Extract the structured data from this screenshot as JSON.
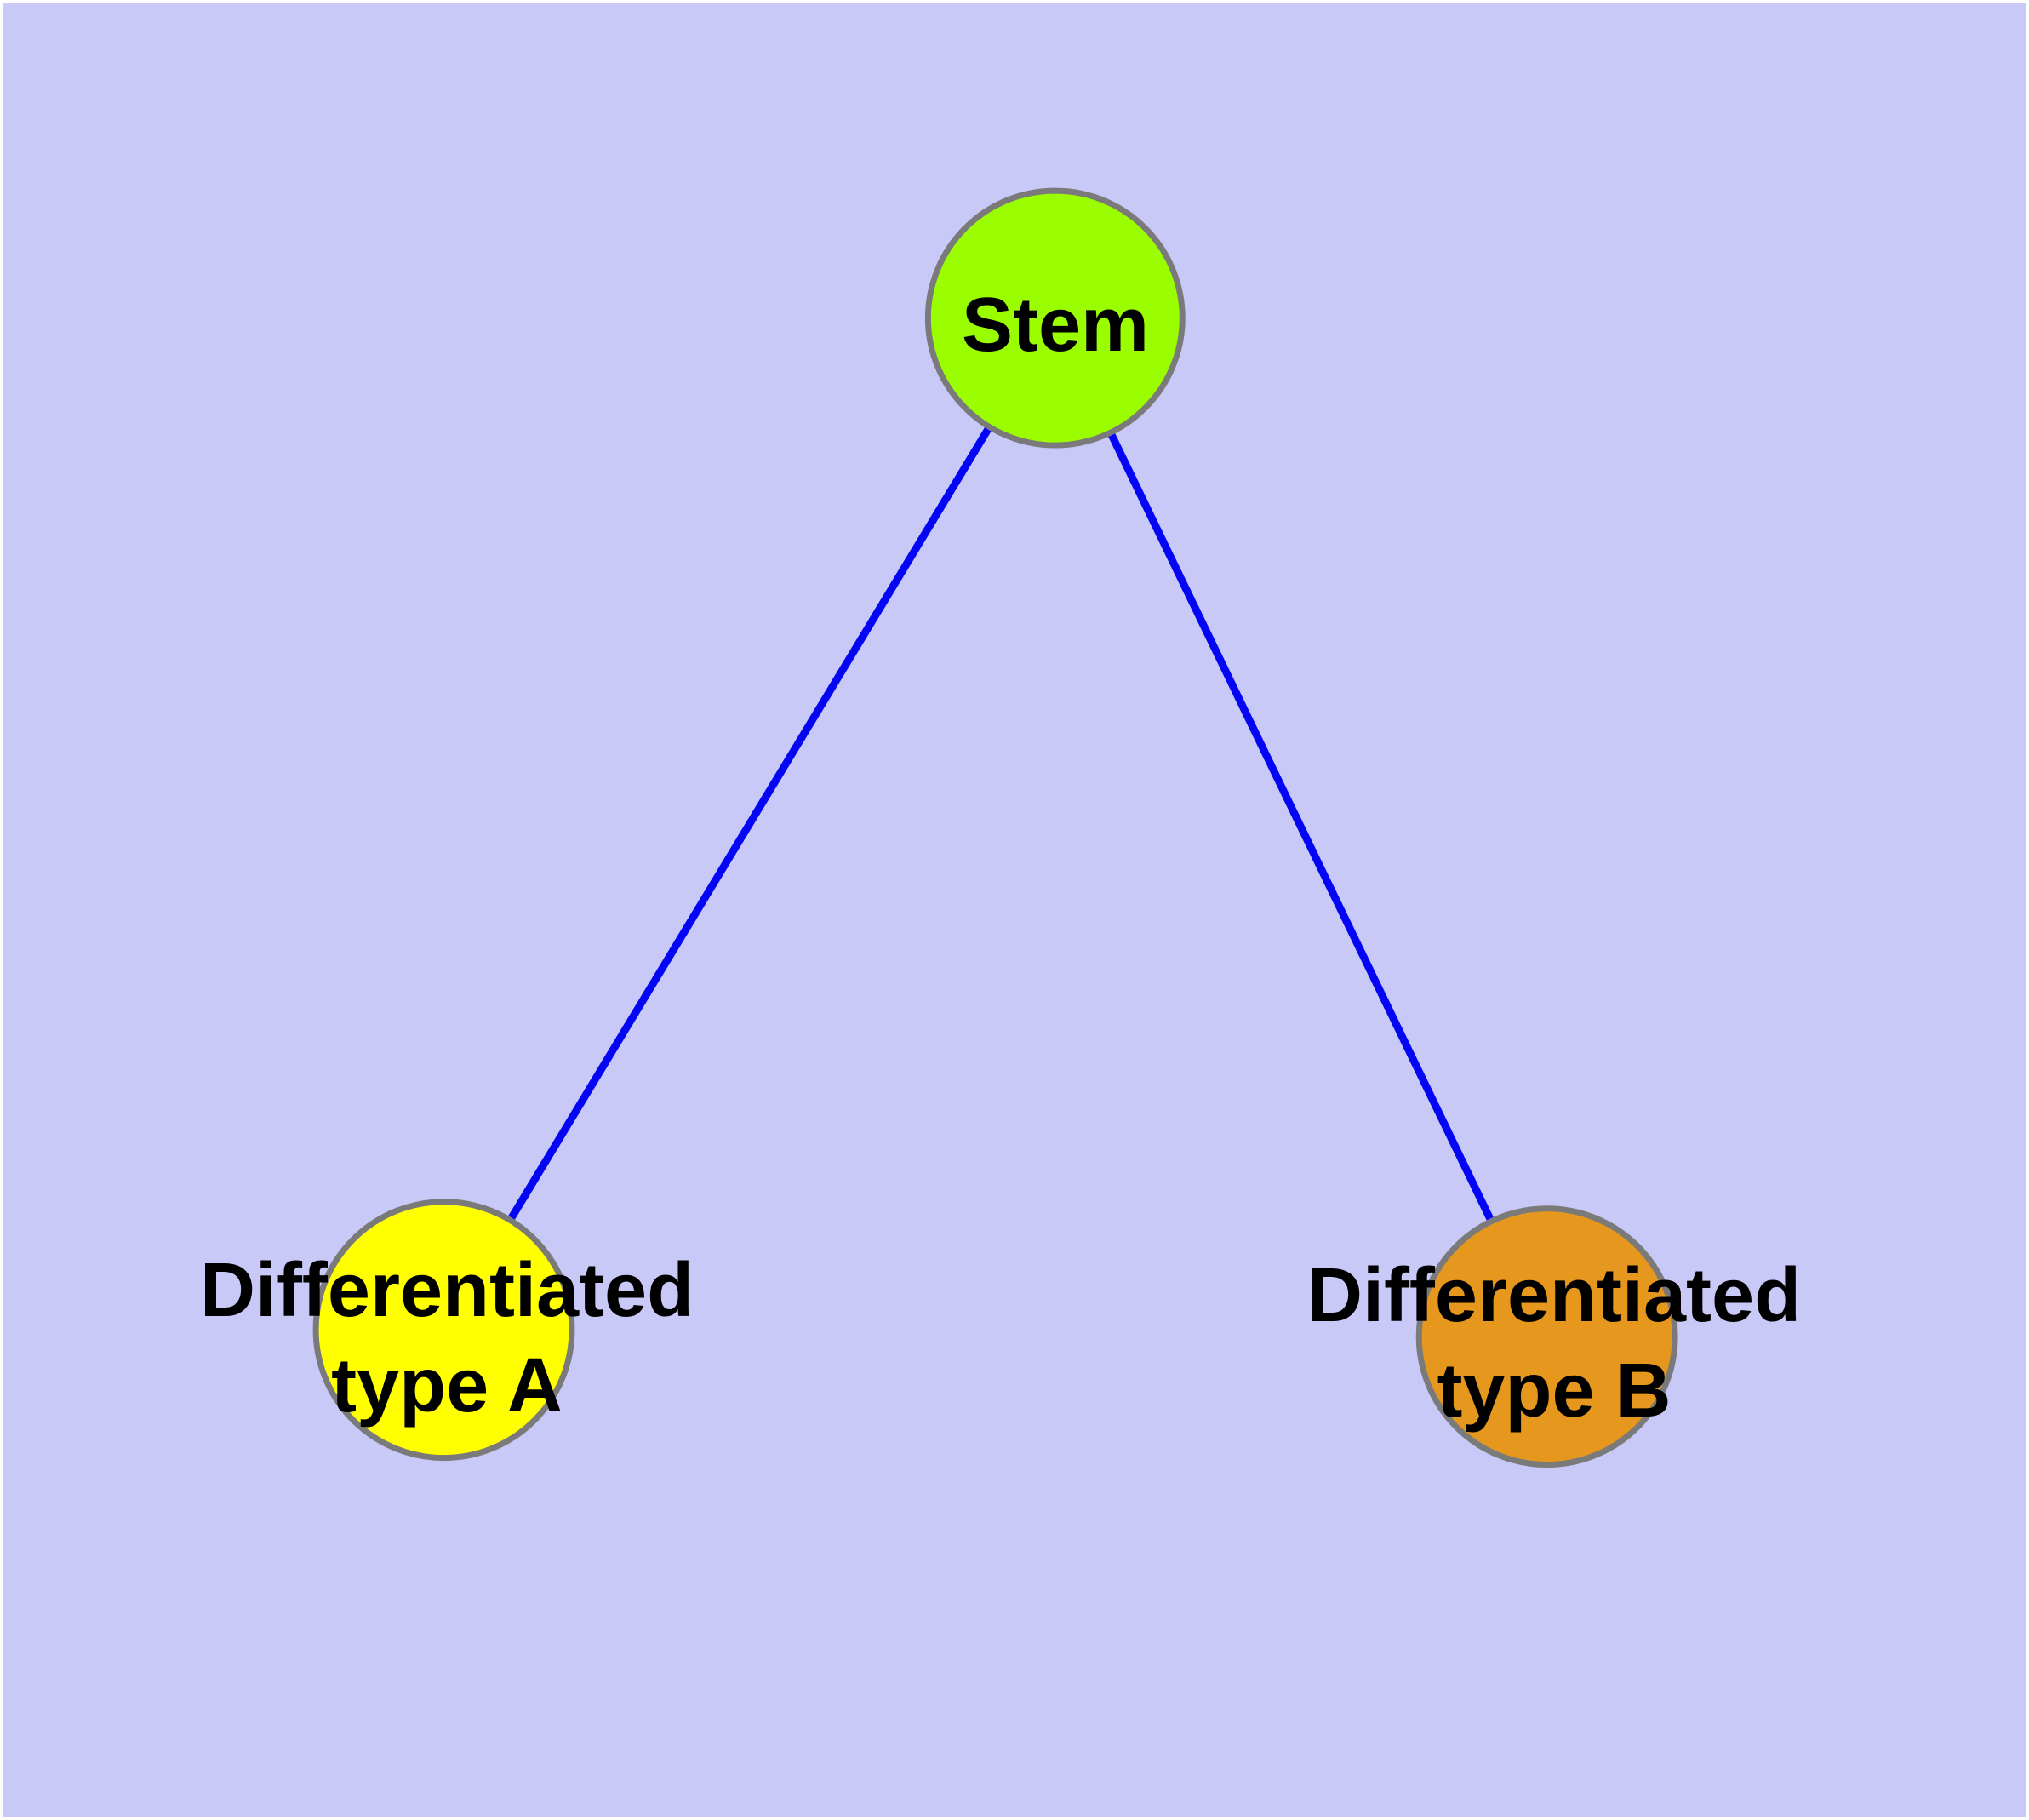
{
  "diagram": {
    "description": "Cell differentiation tree: a stem cell node branching into two differentiated cell type nodes",
    "nodes": [
      {
        "id": "stem",
        "label": "Stem",
        "fill": "#9BFE00"
      },
      {
        "id": "type-a",
        "label_line1": "Differentiated",
        "label_line2": "type A",
        "fill": "#FFFF00"
      },
      {
        "id": "type-b",
        "label_line1": "Differentiated",
        "label_line2": "type B",
        "fill": "#E6971E"
      }
    ],
    "edges": [
      {
        "from": "Stem",
        "to": "Differentiated type A"
      },
      {
        "from": "Stem",
        "to": "Differentiated type B"
      }
    ],
    "colors": {
      "background": "#C9C9F8",
      "frame": "#FFFFFF",
      "edge": "#0505F5",
      "node_border": "#7A7A7A",
      "label_text": "#000000"
    }
  }
}
